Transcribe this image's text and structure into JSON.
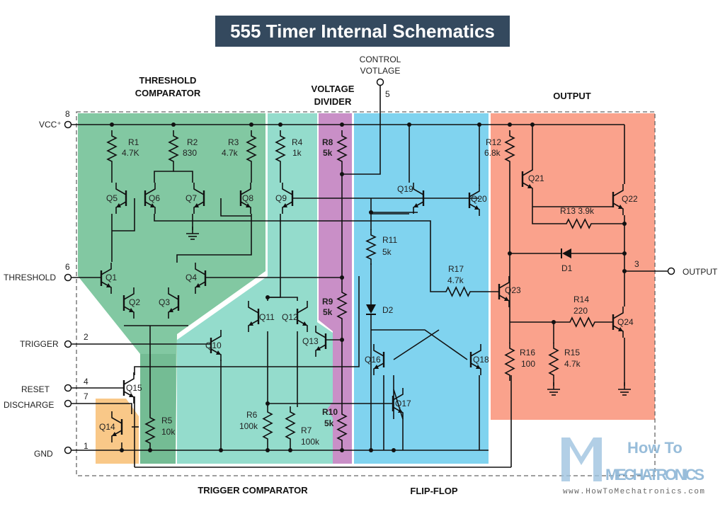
{
  "title": "555 Timer Internal Schematics",
  "colors": {
    "title_bg": "#34495e",
    "threshold_comparator": "#82c8a2",
    "threshold_comparator_dark": "#74bc94",
    "trigger_comparator": "#94dccc",
    "voltage_divider": "#c98fc7",
    "flip_flop": "#80d3ef",
    "output": "#faa28c",
    "discharge": "#f9c888"
  },
  "sections": {
    "threshold_comparator": [
      "THRESHOLD",
      "COMPARATOR"
    ],
    "voltage_divider": [
      "VOLTAGE",
      "DIVIDER"
    ],
    "output": "OUTPUT",
    "trigger_comparator": "TRIGGER COMPARATOR",
    "flip_flop": "FLIP-FLOP"
  },
  "pins": {
    "vcc": {
      "label": "VCC⁺",
      "number": "8"
    },
    "threshold": {
      "label": "THRESHOLD",
      "number": "6"
    },
    "trigger": {
      "label": "TRIGGER",
      "number": "2"
    },
    "reset": {
      "label": "RESET",
      "number": "4"
    },
    "discharge": {
      "label": "DISCHARGE",
      "number": "7"
    },
    "gnd": {
      "label": "GND",
      "number": "1"
    },
    "control": {
      "label": [
        "CONTROL",
        "VOTLAGE"
      ],
      "number": "5"
    },
    "output": {
      "label": "OUTPUT",
      "number": "3"
    }
  },
  "resistors": {
    "R1": [
      "R1",
      "4.7K"
    ],
    "R2": [
      "R2",
      "830"
    ],
    "R3": [
      "R3",
      "4.7k"
    ],
    "R4": [
      "R4",
      "1k"
    ],
    "R5": [
      "R5",
      "10k"
    ],
    "R6": [
      "R6",
      "100k"
    ],
    "R7": [
      "R7",
      "100k"
    ],
    "R8": [
      "R8",
      "5k"
    ],
    "R9": [
      "R9",
      "5k"
    ],
    "R10": [
      "R10",
      "5k"
    ],
    "R11": [
      "R11",
      "5k"
    ],
    "R12": [
      "R12",
      "6.8k"
    ],
    "R13": "R13 3.9k",
    "R14": [
      "R14",
      "220"
    ],
    "R15": [
      "R15",
      "4.7k"
    ],
    "R16": [
      "R16",
      "100"
    ],
    "R17": [
      "R17",
      "4.7k"
    ]
  },
  "transistors": [
    "Q1",
    "Q2",
    "Q3",
    "Q4",
    "Q5",
    "Q6",
    "Q7",
    "Q8",
    "Q9",
    "Q10",
    "Q11",
    "Q12",
    "Q13",
    "Q14",
    "Q15",
    "Q16",
    "Q17",
    "Q18",
    "Q19",
    "Q20",
    "Q21",
    "Q22",
    "Q23",
    "Q24"
  ],
  "diodes": [
    "D1",
    "D2"
  ],
  "watermark": {
    "line1": "How To",
    "line2": "MECHATRONICS",
    "url": "www.HowToMechatronics.com"
  }
}
